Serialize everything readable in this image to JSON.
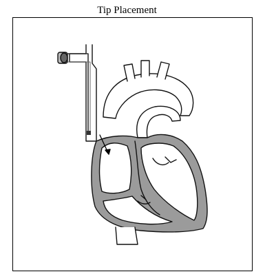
{
  "figure": {
    "title": "Tip Placement",
    "colors": {
      "stroke": "#111111",
      "wall": "#9b9b9b",
      "background": "#ffffff",
      "catheter_tip": "#333333"
    },
    "depicts": [
      "heart",
      "catheter",
      "arrow"
    ]
  }
}
